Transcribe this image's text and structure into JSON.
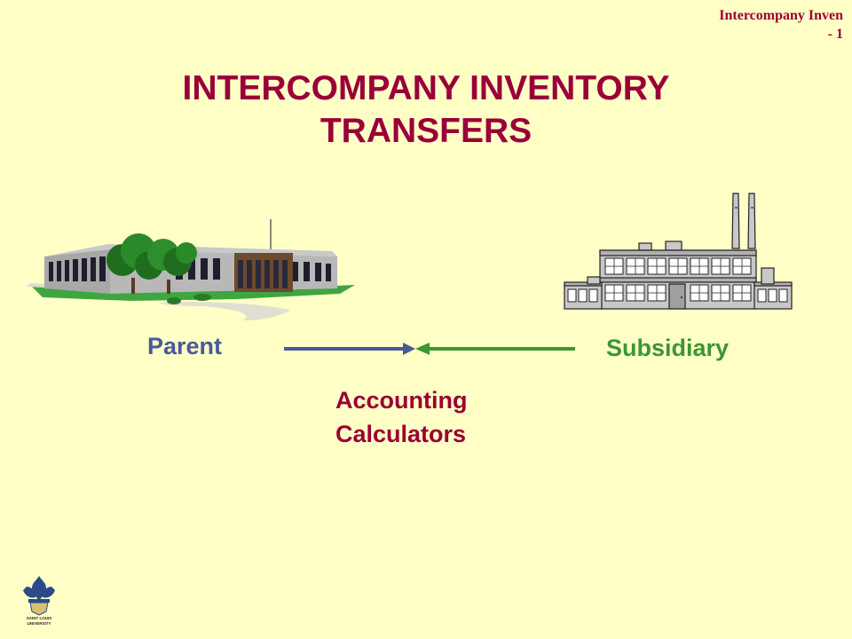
{
  "header": {
    "line1": "Intercompany Inven",
    "line2": "- 1"
  },
  "title": {
    "line1": "INTERCOMPANY INVENTORY",
    "line2": "TRANSFERS"
  },
  "labels": {
    "parent": "Parent",
    "subsidiary": "Subsidiary",
    "center_line1": "Accounting",
    "center_line2": "Calculators"
  },
  "logo": {
    "text_line1": "SAINT LOUIS",
    "text_line2": "UNIVERSITY"
  },
  "colors": {
    "background": "#FFFFC6",
    "title": "#99003A",
    "parent": "#4A5A96",
    "subsidiary": "#3C9632"
  },
  "icons": {
    "parent_building": "office-building-icon",
    "subsidiary_building": "factory-icon",
    "logo": "university-seal-icon"
  }
}
